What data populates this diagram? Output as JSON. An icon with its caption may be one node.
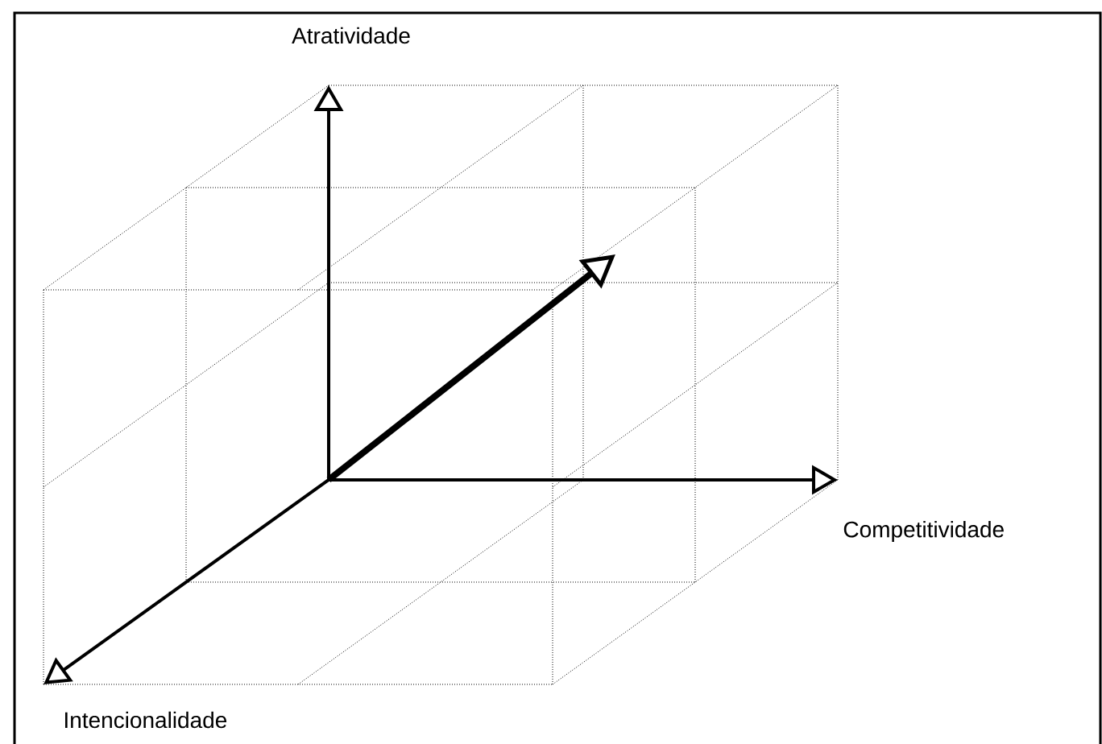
{
  "diagram": {
    "labels": [
      "Atratividade",
      "Competitividade",
      "Intencionalidade"
    ]
  }
}
